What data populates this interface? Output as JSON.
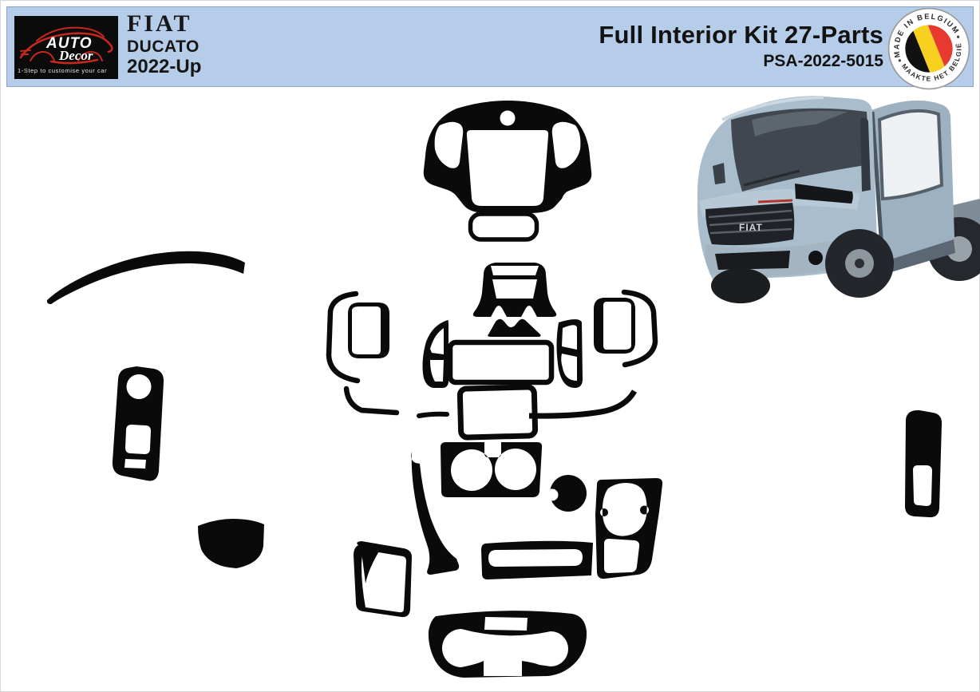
{
  "header": {
    "logo": {
      "brand_primary": "AUTO",
      "brand_secondary": "Decor",
      "tagline": "1-Step to customise your car"
    },
    "vehicle": {
      "make": "FIAT",
      "model": "DUCATO",
      "years": "2022-Up"
    },
    "product": {
      "title": "Full Interior Kit 27-Parts",
      "sku": "PSA-2022-5015"
    },
    "badge": {
      "top_text": "MADE IN BELGIUM",
      "bottom_text": "MAAKTE HET BELGIË",
      "flag_colors": [
        "#111111",
        "#f8d020",
        "#e63a30"
      ]
    }
  },
  "colors": {
    "banner_bg": "#b5cde9",
    "banner_border": "#8aa5c6",
    "text": "#161616",
    "part_silhouette": "#0a0a0a",
    "logo_bg": "#0b0b0b",
    "logo_accent": "#c5291d",
    "truck_body": "#a9bdcc"
  },
  "photo": {
    "subject": "Fiat Ducato chassis cab, front three-quarter view, open passenger door",
    "grille_badge": "FIAT"
  },
  "diagram": {
    "parts": [
      "instrument-cluster-bezel",
      "cluster-lower-trim",
      "steering-column-shroud",
      "steering-column-lower-trim",
      "dash-top-arc-trim",
      "driver-window-switch-panel",
      "left-door-vent-frame",
      "left-side-vent",
      "left-pillar-vent",
      "center-rect-trim",
      "center-storage-frame",
      "cup-holder-panel",
      "center-pillar-trim",
      "gear-knob-surround",
      "gear-console-panel",
      "lower-tray-trim",
      "right-side-vent",
      "right-door-vent-frame",
      "right-pillar-vent",
      "lower-curve-trim-right",
      "small-link-trim",
      "lower-curve-trim-left",
      "storage-bowl",
      "tilted-frame-trim",
      "passenger-window-switch-panel",
      "climate-control-panel"
    ]
  }
}
